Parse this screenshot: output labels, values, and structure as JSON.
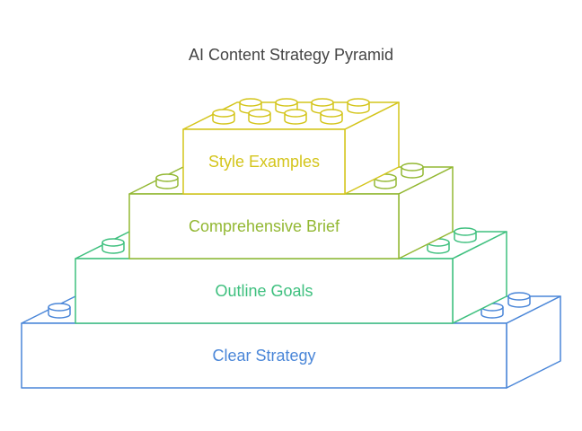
{
  "title": "AI Content Strategy Pyramid",
  "layers": [
    {
      "label": "Style Examples",
      "color": "#d4c51c"
    },
    {
      "label": "Comprehensive Brief",
      "color": "#93b833"
    },
    {
      "label": "Outline Goals",
      "color": "#3fc07f"
    },
    {
      "label": "Clear Strategy",
      "color": "#4a86d8"
    }
  ]
}
